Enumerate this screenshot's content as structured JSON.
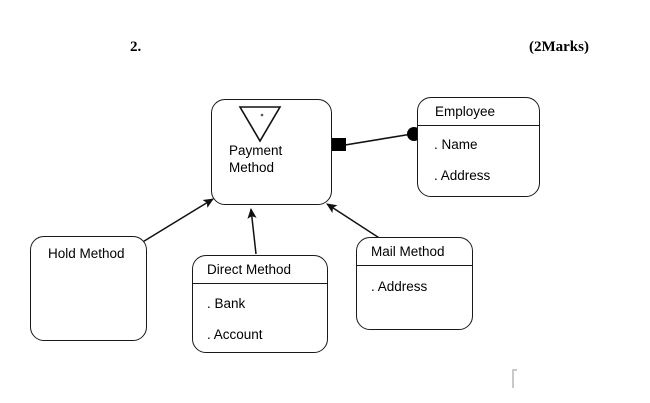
{
  "header": {
    "question_number": "2.",
    "marks": "(2Marks)"
  },
  "diagram": {
    "type": "uml-class-diagram",
    "stroke_color": "#1a1a1a",
    "fill_color": "#ffffff",
    "nodes": [
      {
        "id": "payment",
        "title": "Payment\nMethod",
        "attributes": [],
        "has_divider": false,
        "abstract_marker": "inverted-triangle"
      },
      {
        "id": "employee",
        "title": "Employee",
        "attributes": [
          ". Name",
          ". Address"
        ],
        "has_divider": true
      },
      {
        "id": "hold",
        "title": "Hold Method",
        "attributes": [],
        "has_divider": false
      },
      {
        "id": "direct",
        "title": "Direct Method",
        "attributes": [
          ". Bank",
          ". Account"
        ],
        "has_divider": true
      },
      {
        "id": "mail",
        "title": "Mail Method",
        "attributes": [
          ". Address"
        ],
        "has_divider": true
      }
    ],
    "connectors": [
      {
        "id": "payment-employee",
        "from": "payment",
        "to": "employee",
        "kind": "association",
        "from_marker": "filled-square-port",
        "to_marker": "filled-ball"
      },
      {
        "id": "hold-payment",
        "from": "hold",
        "to": "payment",
        "kind": "generalization",
        "to_marker": "filled-arrowhead"
      },
      {
        "id": "direct-payment",
        "from": "direct",
        "to": "payment",
        "kind": "generalization",
        "to_marker": "filled-arrowhead"
      },
      {
        "id": "mail-payment",
        "from": "mail",
        "to": "payment",
        "kind": "generalization",
        "to_marker": "filled-arrowhead"
      }
    ]
  }
}
